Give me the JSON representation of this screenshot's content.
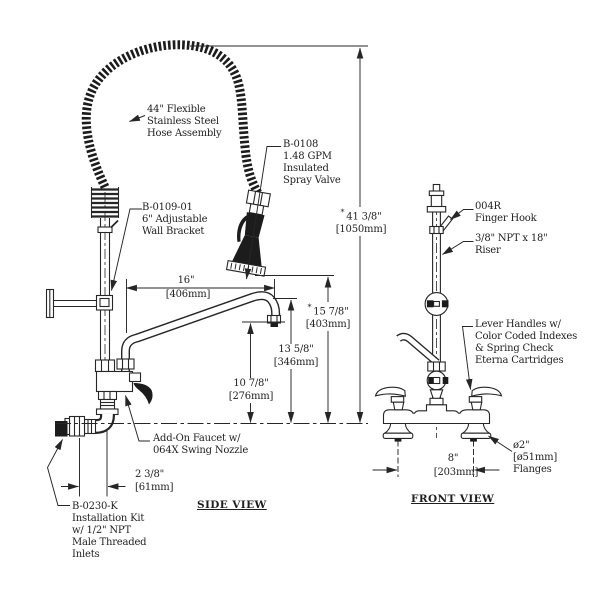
{
  "side": {
    "labels": {
      "hose": "44\" Flexible\nStainless Steel\nHose Assembly",
      "bracket": "B-0109-01\n6\" Adjustable\nWall Bracket",
      "spray": "B-0108\n1.48 GPM\nInsulated\nSpray Valve",
      "addon": "Add-On Faucet w/\n064X Swing Nozzle",
      "kit": "B-0230-K\nInstallation Kit\nw/ 1/2\" NPT\nMale Threaded\nInlets",
      "title": "SIDE VIEW"
    },
    "dims": {
      "h41": {
        "note": "*",
        "in": "41 3/8\"",
        "mm": "[1050mm]"
      },
      "h15": {
        "note": "*",
        "in": "15 7/8\"",
        "mm": "[403mm]"
      },
      "h13": {
        "in": "13 5/8\"",
        "mm": "[346mm]"
      },
      "h10": {
        "in": "10 7/8\"",
        "mm": "[276mm]"
      },
      "w16": {
        "in": "16\"",
        "mm": "[406mm]"
      },
      "w2": {
        "in": "2 3/8\"",
        "mm": "[61mm]"
      }
    }
  },
  "front": {
    "labels": {
      "hook": "004R\nFinger Hook",
      "riser": "3/8\" NPT x 18\"\nRiser",
      "lever": "Lever Handles w/\nColor Coded Indexes\n& Spring Check\nEterna Cartridges",
      "flange": "ø2\"\n[ø51mm]\nFlanges",
      "title": "FRONT VIEW"
    },
    "dims": {
      "w8": {
        "in": "8\"",
        "mm": "[203mm]"
      }
    }
  },
  "colors": {
    "ink": "#262626",
    "bg": "#ffffff"
  }
}
